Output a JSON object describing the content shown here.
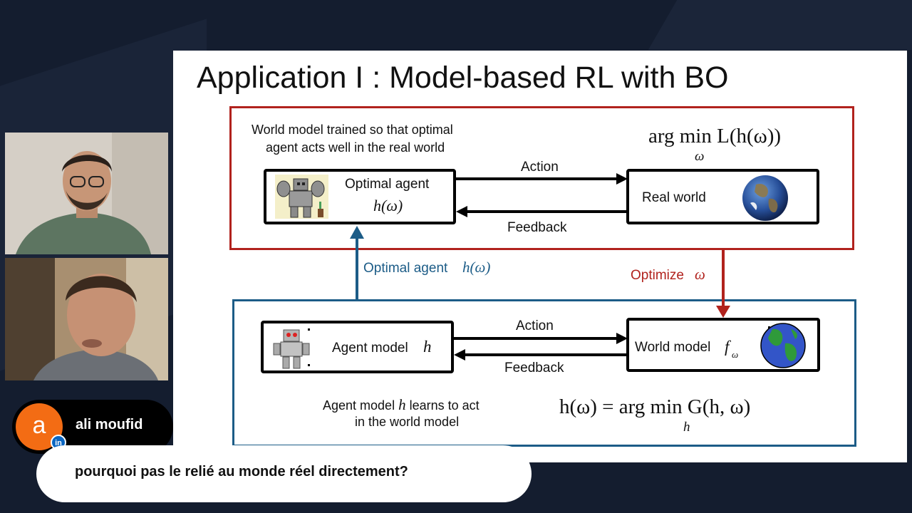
{
  "slide": {
    "title": "Application I : Model-based RL with BO",
    "top_caption_line1": "World model trained so that optimal",
    "top_caption_line2": "agent acts well in the real world",
    "top_formula_main": "arg min L(h(ω))",
    "top_formula_sub": "ω",
    "optimal_agent_label": "Optimal agent",
    "optimal_agent_formula": "h(ω)",
    "real_world_label": "Real world",
    "top_action_label": "Action",
    "top_feedback_label": "Feedback",
    "left_link_label": "Optimal agent",
    "left_link_formula": "h(ω)",
    "right_link_label": "Optimize",
    "right_link_formula": "ω",
    "agent_model_label": "Agent model",
    "agent_model_formula": "h",
    "world_model_label": "World model",
    "world_model_formula": "f",
    "world_model_formula_sub": "ω",
    "bottom_action_label": "Action",
    "bottom_feedback_label": "Feedback",
    "bottom_caption_line1_a": "Agent model",
    "bottom_caption_line1_h": "h",
    "bottom_caption_line1_b": "learns to act",
    "bottom_caption_line2": "in the world model",
    "bottom_formula_main": "h(ω) = arg min G(h, ω)",
    "bottom_formula_sub": "h"
  },
  "comment": {
    "avatar_letter": "a",
    "badge": "in",
    "user": "ali moufid",
    "text": "pourquoi pas le relié au monde réel directement?"
  },
  "colors": {
    "red_frame": "#b1221d",
    "blue_frame": "#1c5c87",
    "avatar_orange": "#f36c14",
    "linkedin_blue": "#0a66c2"
  }
}
